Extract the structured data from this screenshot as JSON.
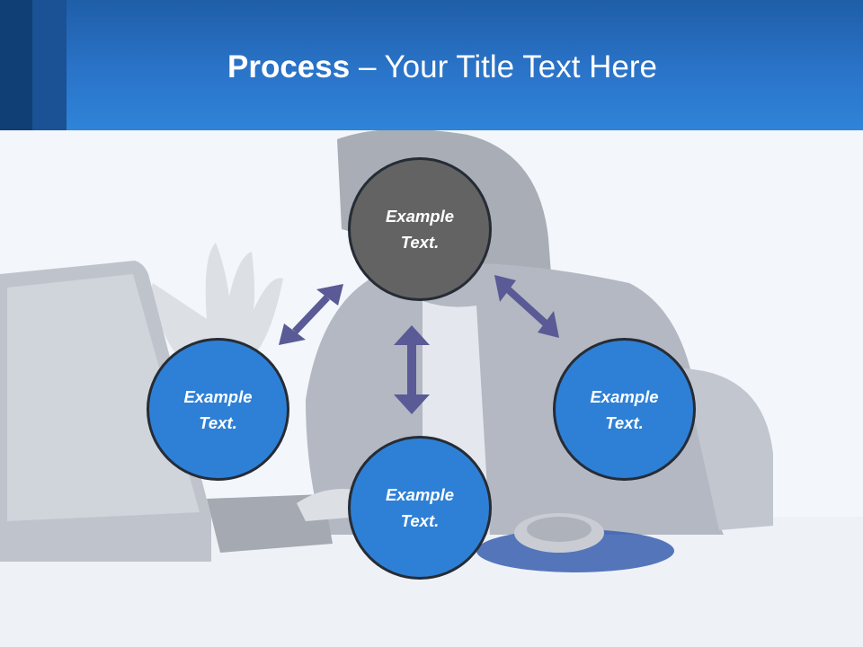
{
  "slide": {
    "title_bold": "Process",
    "title_rest": " – Your Title Text Here"
  },
  "diagram": {
    "nodes": [
      {
        "id": "top",
        "text": "Example Text.",
        "color": "#636363"
      },
      {
        "id": "left",
        "text": "Example Text.",
        "color": "#2e80d6"
      },
      {
        "id": "right",
        "text": "Example Text.",
        "color": "#2e80d6"
      },
      {
        "id": "bottom",
        "text": "Example Text.",
        "color": "#2e80d6"
      }
    ],
    "arrow_color": "#5a5a96"
  },
  "theme": {
    "header_blue": "#2a74c9",
    "header_dark": "#103f76"
  }
}
